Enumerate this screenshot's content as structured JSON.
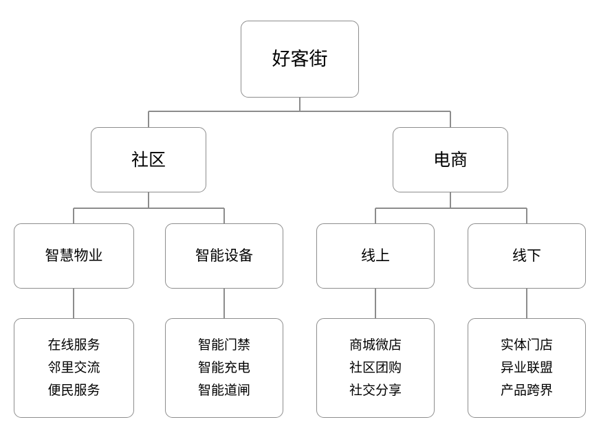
{
  "diagram": {
    "type": "org-tree",
    "orientation": "top-down",
    "background_color": "#ffffff",
    "line_color": "#8c8c8c",
    "box_border_color": "#8c8c8c",
    "box_fill_color": "#ffffff",
    "text_color": "#000000",
    "root": {
      "label": "好客街"
    },
    "branches": [
      {
        "label": "社区",
        "children": [
          {
            "label": "智慧物业",
            "items": [
              "在线服务",
              "邻里交流",
              "便民服务"
            ]
          },
          {
            "label": "智能设备",
            "items": [
              "智能门禁",
              "智能充电",
              "智能道闸"
            ]
          }
        ]
      },
      {
        "label": "电商",
        "children": [
          {
            "label": "线上",
            "items": [
              "商城微店",
              "社区团购",
              "社交分享"
            ]
          },
          {
            "label": "线下",
            "items": [
              "实体门店",
              "异业联盟",
              "产品跨界"
            ]
          }
        ]
      }
    ]
  }
}
